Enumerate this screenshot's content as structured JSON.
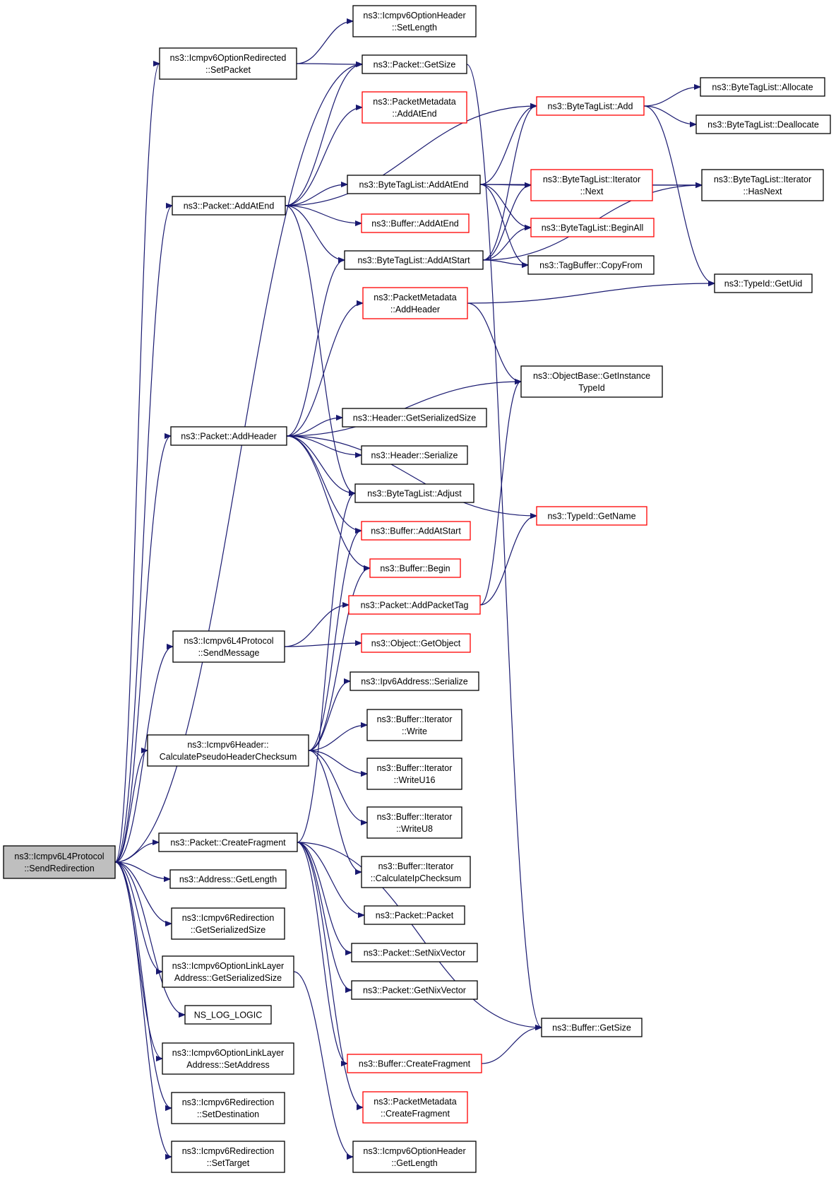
{
  "diagram": {
    "colors": {
      "edge": "#191970",
      "node_border": "#000000",
      "node_border_truncated": "#ff0000",
      "root_fill": "#bfbfbf",
      "node_fill": "#ffffff"
    },
    "nodes": [
      {
        "id": "root",
        "lines": [
          "ns3::Icmpv6L4Protocol",
          "::SendRedirection"
        ],
        "style": "root"
      },
      {
        "id": "setPacket",
        "lines": [
          "ns3::Icmpv6OptionRedirected",
          "::SetPacket"
        ],
        "style": "normal"
      },
      {
        "id": "optSetLength",
        "lines": [
          "ns3::Icmpv6OptionHeader",
          "::SetLength"
        ],
        "style": "normal"
      },
      {
        "id": "pktGetSize",
        "lines": [
          "ns3::Packet::GetSize"
        ],
        "style": "normal"
      },
      {
        "id": "pmAddAtEnd",
        "lines": [
          "ns3::PacketMetadata",
          "::AddAtEnd"
        ],
        "style": "red"
      },
      {
        "id": "btlAdd",
        "lines": [
          "ns3::ByteTagList::Add"
        ],
        "style": "red"
      },
      {
        "id": "btlAllocate",
        "lines": [
          "ns3::ByteTagList::Allocate"
        ],
        "style": "normal"
      },
      {
        "id": "btlDeallocate",
        "lines": [
          "ns3::ByteTagList::Deallocate"
        ],
        "style": "normal"
      },
      {
        "id": "pktAddAtEnd",
        "lines": [
          "ns3::Packet::AddAtEnd"
        ],
        "style": "normal"
      },
      {
        "id": "btlAddAtEnd",
        "lines": [
          "ns3::ByteTagList::AddAtEnd"
        ],
        "style": "normal"
      },
      {
        "id": "btlIterNext",
        "lines": [
          "ns3::ByteTagList::Iterator",
          "::Next"
        ],
        "style": "red"
      },
      {
        "id": "btlIterHasNext",
        "lines": [
          "ns3::ByteTagList::Iterator",
          "::HasNext"
        ],
        "style": "normal"
      },
      {
        "id": "bufAddAtEnd",
        "lines": [
          "ns3::Buffer::AddAtEnd"
        ],
        "style": "red"
      },
      {
        "id": "btlBeginAll",
        "lines": [
          "ns3::ByteTagList::BeginAll"
        ],
        "style": "red"
      },
      {
        "id": "btlAddAtStart",
        "lines": [
          "ns3::ByteTagList::AddAtStart"
        ],
        "style": "normal"
      },
      {
        "id": "tagBufCopyFrom",
        "lines": [
          "ns3::TagBuffer::CopyFrom"
        ],
        "style": "normal"
      },
      {
        "id": "typeIdGetUid",
        "lines": [
          "ns3::TypeId::GetUid"
        ],
        "style": "normal"
      },
      {
        "id": "pmAddHeader",
        "lines": [
          "ns3::PacketMetadata",
          "::AddHeader"
        ],
        "style": "red"
      },
      {
        "id": "objBaseGetInst",
        "lines": [
          "ns3::ObjectBase::GetInstance",
          "TypeId"
        ],
        "style": "normal"
      },
      {
        "id": "pktAddHeader",
        "lines": [
          "ns3::Packet::AddHeader"
        ],
        "style": "normal"
      },
      {
        "id": "hdrGetSerSize",
        "lines": [
          "ns3::Header::GetSerializedSize"
        ],
        "style": "normal"
      },
      {
        "id": "hdrSerialize",
        "lines": [
          "ns3::Header::Serialize"
        ],
        "style": "normal"
      },
      {
        "id": "btlAdjust",
        "lines": [
          "ns3::ByteTagList::Adjust"
        ],
        "style": "normal"
      },
      {
        "id": "typeIdGetName",
        "lines": [
          "ns3::TypeId::GetName"
        ],
        "style": "red"
      },
      {
        "id": "bufAddAtStart",
        "lines": [
          "ns3::Buffer::AddAtStart"
        ],
        "style": "red"
      },
      {
        "id": "bufBegin",
        "lines": [
          "ns3::Buffer::Begin"
        ],
        "style": "red"
      },
      {
        "id": "pktAddPacketTag",
        "lines": [
          "ns3::Packet::AddPacketTag"
        ],
        "style": "red"
      },
      {
        "id": "sendMessage",
        "lines": [
          "ns3::Icmpv6L4Protocol",
          "::SendMessage"
        ],
        "style": "normal"
      },
      {
        "id": "objGetObject",
        "lines": [
          "ns3::Object::GetObject"
        ],
        "style": "red"
      },
      {
        "id": "ipv6Serialize",
        "lines": [
          "ns3::Ipv6Address::Serialize"
        ],
        "style": "normal"
      },
      {
        "id": "calcPseudo",
        "lines": [
          "ns3::Icmpv6Header::",
          "CalculatePseudoHeaderChecksum"
        ],
        "style": "normal"
      },
      {
        "id": "bufIterWrite",
        "lines": [
          "ns3::Buffer::Iterator",
          "::Write"
        ],
        "style": "normal"
      },
      {
        "id": "bufIterWriteU16",
        "lines": [
          "ns3::Buffer::Iterator",
          "::WriteU16"
        ],
        "style": "normal"
      },
      {
        "id": "bufIterWriteU8",
        "lines": [
          "ns3::Buffer::Iterator",
          "::WriteU8"
        ],
        "style": "normal"
      },
      {
        "id": "pktCreateFrag",
        "lines": [
          "ns3::Packet::CreateFragment"
        ],
        "style": "normal"
      },
      {
        "id": "bufIterCalcIp",
        "lines": [
          "ns3::Buffer::Iterator",
          "::CalculateIpChecksum"
        ],
        "style": "normal"
      },
      {
        "id": "addrGetLength",
        "lines": [
          "ns3::Address::GetLength"
        ],
        "style": "normal"
      },
      {
        "id": "pktPacket",
        "lines": [
          "ns3::Packet::Packet"
        ],
        "style": "normal"
      },
      {
        "id": "redirGetSerSize",
        "lines": [
          "ns3::Icmpv6Redirection",
          "::GetSerializedSize"
        ],
        "style": "normal"
      },
      {
        "id": "pktSetNix",
        "lines": [
          "ns3::Packet::SetNixVector"
        ],
        "style": "normal"
      },
      {
        "id": "optLLGetSerSize",
        "lines": [
          "ns3::Icmpv6OptionLinkLayer",
          "Address::GetSerializedSize"
        ],
        "style": "normal"
      },
      {
        "id": "pktGetNix",
        "lines": [
          "ns3::Packet::GetNixVector"
        ],
        "style": "normal"
      },
      {
        "id": "nsLogLogic",
        "lines": [
          "NS_LOG_LOGIC"
        ],
        "style": "normal"
      },
      {
        "id": "bufGetSize",
        "lines": [
          "ns3::Buffer::GetSize"
        ],
        "style": "normal"
      },
      {
        "id": "optLLSetAddr",
        "lines": [
          "ns3::Icmpv6OptionLinkLayer",
          "Address::SetAddress"
        ],
        "style": "normal"
      },
      {
        "id": "bufCreateFrag",
        "lines": [
          "ns3::Buffer::CreateFragment"
        ],
        "style": "red"
      },
      {
        "id": "redirSetDest",
        "lines": [
          "ns3::Icmpv6Redirection",
          "::SetDestination"
        ],
        "style": "normal"
      },
      {
        "id": "pmCreateFrag",
        "lines": [
          "ns3::PacketMetadata",
          "::CreateFragment"
        ],
        "style": "red"
      },
      {
        "id": "redirSetTarget",
        "lines": [
          "ns3::Icmpv6Redirection",
          "::SetTarget"
        ],
        "style": "normal"
      },
      {
        "id": "optGetLength",
        "lines": [
          "ns3::Icmpv6OptionHeader",
          "::GetLength"
        ],
        "style": "normal"
      }
    ],
    "edges": [
      [
        "root",
        "setPacket"
      ],
      [
        "root",
        "pktGetSize"
      ],
      [
        "root",
        "pktAddAtEnd"
      ],
      [
        "root",
        "pktAddHeader"
      ],
      [
        "root",
        "sendMessage"
      ],
      [
        "root",
        "calcPseudo"
      ],
      [
        "root",
        "pktCreateFrag"
      ],
      [
        "root",
        "addrGetLength"
      ],
      [
        "root",
        "redirGetSerSize"
      ],
      [
        "root",
        "optLLGetSerSize"
      ],
      [
        "root",
        "nsLogLogic"
      ],
      [
        "root",
        "optLLSetAddr"
      ],
      [
        "root",
        "redirSetDest"
      ],
      [
        "root",
        "redirSetTarget"
      ],
      [
        "setPacket",
        "optSetLength"
      ],
      [
        "setPacket",
        "pktGetSize"
      ],
      [
        "pktGetSize",
        "bufGetSize"
      ],
      [
        "btlAdd",
        "btlAllocate"
      ],
      [
        "btlAdd",
        "btlDeallocate"
      ],
      [
        "btlAdd",
        "typeIdGetUid"
      ],
      [
        "pktAddAtEnd",
        "pktGetSize"
      ],
      [
        "pktAddAtEnd",
        "pmAddAtEnd"
      ],
      [
        "pktAddAtEnd",
        "btlAdd"
      ],
      [
        "pktAddAtEnd",
        "btlAddAtEnd"
      ],
      [
        "pktAddAtEnd",
        "bufAddAtEnd"
      ],
      [
        "pktAddAtEnd",
        "btlAddAtStart"
      ],
      [
        "pktAddAtEnd",
        "btlAdjust"
      ],
      [
        "btlAddAtEnd",
        "btlAdd"
      ],
      [
        "btlAddAtEnd",
        "btlIterNext"
      ],
      [
        "btlAddAtEnd",
        "btlIterHasNext"
      ],
      [
        "btlAddAtEnd",
        "btlBeginAll"
      ],
      [
        "btlAddAtEnd",
        "tagBufCopyFrom"
      ],
      [
        "btlIterNext",
        "btlIterHasNext"
      ],
      [
        "btlAddAtStart",
        "btlAdd"
      ],
      [
        "btlAddAtStart",
        "btlIterNext"
      ],
      [
        "btlAddAtStart",
        "btlBeginAll"
      ],
      [
        "btlAddAtStart",
        "tagBufCopyFrom"
      ],
      [
        "btlAddAtStart",
        "btlIterHasNext"
      ],
      [
        "pmAddHeader",
        "typeIdGetUid"
      ],
      [
        "pmAddHeader",
        "objBaseGetInst"
      ],
      [
        "pktAddHeader",
        "btlAddAtStart"
      ],
      [
        "pktAddHeader",
        "pmAddHeader"
      ],
      [
        "pktAddHeader",
        "objBaseGetInst"
      ],
      [
        "pktAddHeader",
        "typeIdGetName"
      ],
      [
        "pktAddHeader",
        "hdrGetSerSize"
      ],
      [
        "pktAddHeader",
        "hdrSerialize"
      ],
      [
        "pktAddHeader",
        "btlAdjust"
      ],
      [
        "pktAddHeader",
        "bufAddAtStart"
      ],
      [
        "pktAddHeader",
        "bufBegin"
      ],
      [
        "pktAddPacketTag",
        "objBaseGetInst"
      ],
      [
        "pktAddPacketTag",
        "typeIdGetName"
      ],
      [
        "sendMessage",
        "pktAddPacketTag"
      ],
      [
        "sendMessage",
        "objGetObject"
      ],
      [
        "calcPseudo",
        "bufAddAtStart"
      ],
      [
        "calcPseudo",
        "bufBegin"
      ],
      [
        "calcPseudo",
        "ipv6Serialize"
      ],
      [
        "calcPseudo",
        "bufIterWrite"
      ],
      [
        "calcPseudo",
        "bufIterWriteU16"
      ],
      [
        "calcPseudo",
        "bufIterWriteU8"
      ],
      [
        "calcPseudo",
        "bufIterCalcIp"
      ],
      [
        "pktCreateFrag",
        "btlAdjust"
      ],
      [
        "pktCreateFrag",
        "pktPacket"
      ],
      [
        "pktCreateFrag",
        "pktSetNix"
      ],
      [
        "pktCreateFrag",
        "pktGetNix"
      ],
      [
        "pktCreateFrag",
        "bufGetSize"
      ],
      [
        "pktCreateFrag",
        "bufCreateFrag"
      ],
      [
        "pktCreateFrag",
        "pmCreateFrag"
      ],
      [
        "bufCreateFrag",
        "bufGetSize"
      ],
      [
        "optLLGetSerSize",
        "optGetLength"
      ]
    ]
  }
}
